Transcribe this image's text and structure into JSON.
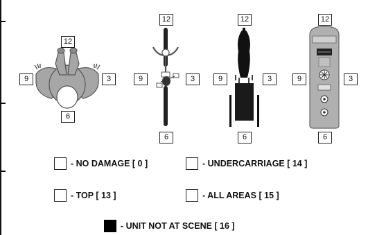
{
  "diagrams": {
    "person": {
      "top": "12",
      "left": "9",
      "right": "3",
      "bottom": "6"
    },
    "bicycle": {
      "top": "12",
      "left": "9",
      "right": "3",
      "bottom": "6"
    },
    "horse_cart": {
      "top": "12",
      "left": "9",
      "right": "3",
      "bottom": "6"
    },
    "vehicle": {
      "top": "12",
      "left": "9",
      "right": "3",
      "bottom": "6"
    }
  },
  "legend": {
    "no_damage": "- NO DAMAGE [ 0 ]",
    "undercarriage": "- UNDERCARRIAGE [ 14 ]",
    "top": "- TOP [ 13 ]",
    "all_areas": "- ALL AREAS [ 15 ]",
    "unit_not_at_scene": "- UNIT NOT AT SCENE [ 16 ]"
  },
  "colors": {
    "figure_gray": "#a6a6a6",
    "figure_dark": "#8a8a8a",
    "outline": "#555555",
    "black": "#111111"
  }
}
